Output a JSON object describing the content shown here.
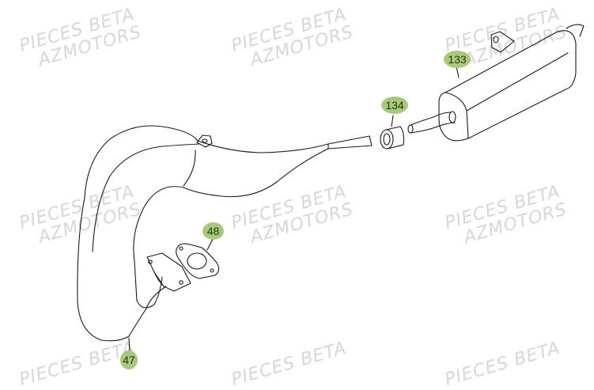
{
  "diagram": {
    "subject": "Exhaust system exploded view",
    "watermark": {
      "line1": "PIECES BETA",
      "line2": "AZMOTORS"
    },
    "parts": [
      {
        "ref": "133",
        "label": "133",
        "name": "silencer"
      },
      {
        "ref": "134",
        "label": "134",
        "name": "exhaust-coupling-sleeve"
      },
      {
        "ref": "48",
        "label": "48",
        "name": "exhaust-gasket"
      },
      {
        "ref": "47",
        "label": "47",
        "name": "exhaust-pipe"
      }
    ],
    "colors": {
      "badge": "#a9c97a",
      "badge_text": "#1f3a10",
      "line": "#1a1a1a",
      "watermark": "#d9d9d9"
    }
  }
}
